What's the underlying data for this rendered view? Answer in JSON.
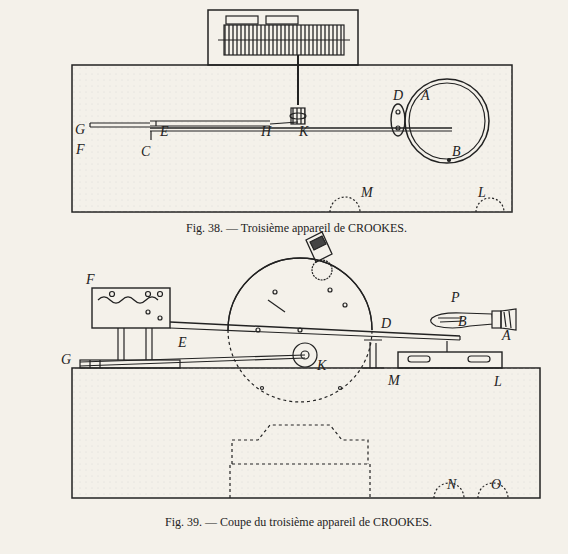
{
  "diagram": {
    "labels": [
      "G",
      "F",
      "E",
      "H",
      "K",
      "C",
      "D",
      "A",
      "B",
      "M",
      "L",
      "Fig. 38. — Troisième appareil de CROOKES.",
      "F",
      "E",
      "D",
      "B",
      "A",
      "P",
      "G",
      "K",
      "M",
      "L",
      "N",
      "O",
      "Fig. 39. — Coupe du troisième appareil de CROOKES."
    ]
  }
}
